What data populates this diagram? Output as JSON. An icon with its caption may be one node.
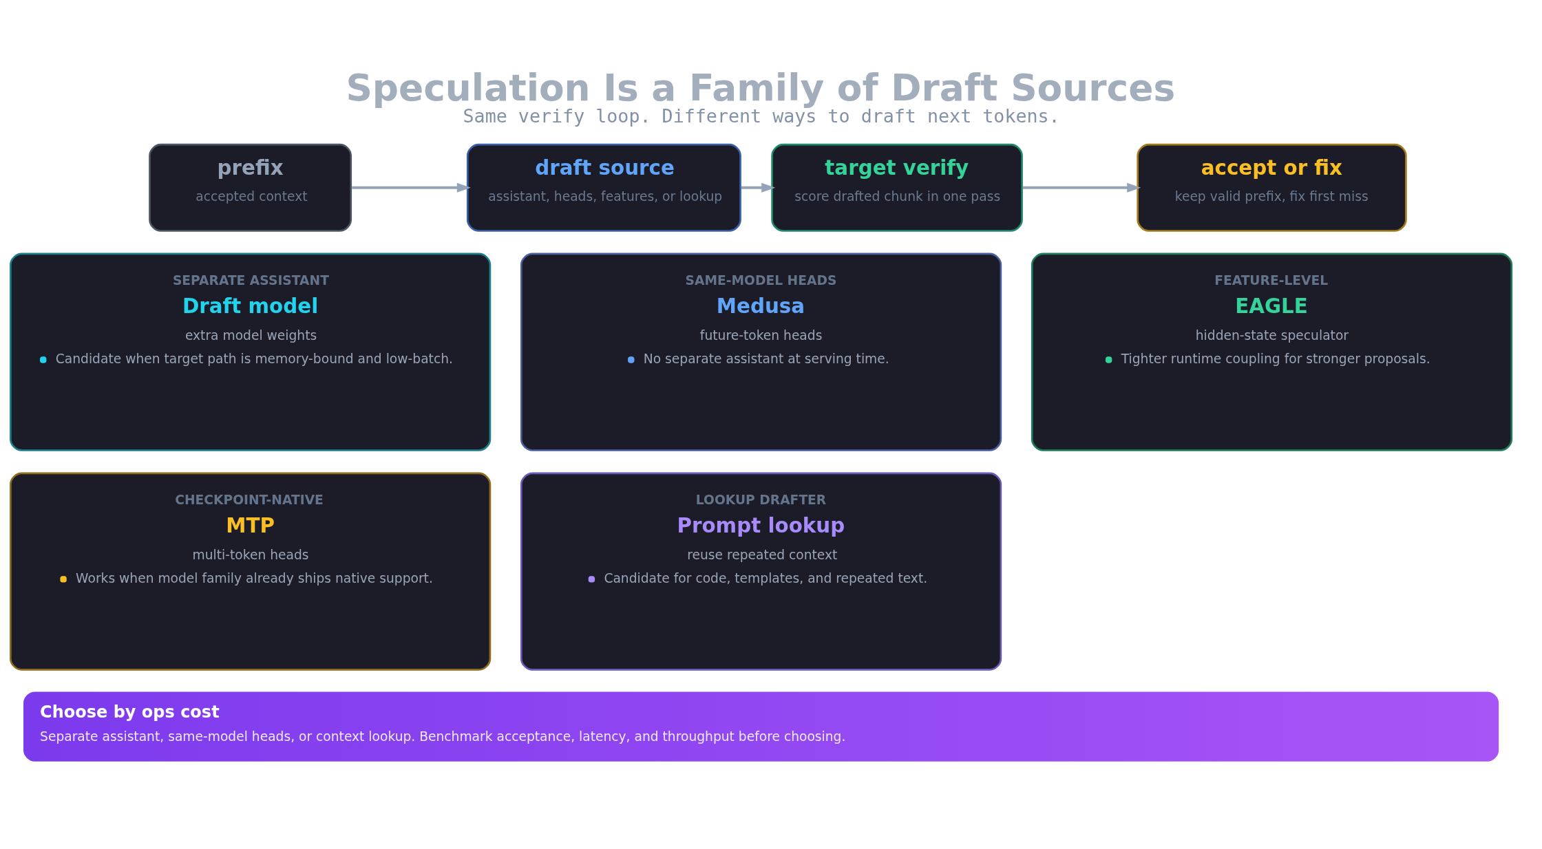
{
  "diagram": {
    "title": "Speculation Is a Family of Draft Sources",
    "caption": "Same verify loop. Different ways to draft next tokens.",
    "nodes": [
      {
        "text": [
          "prefix",
          "accepted context"
        ]
      },
      {
        "text": [
          "draft source",
          "assistant, heads, features, or lookup"
        ]
      },
      {
        "text": [
          "target verify",
          "score drafted chunk in one pass"
        ]
      },
      {
        "text": [
          "accept or fix",
          "keep valid prefix, fix first miss"
        ]
      },
      {
        "text": [
          "SEPARATE ASSISTANT",
          "Draft model",
          "extra model weights",
          "Candidate when target path is memory-bound and low-batch."
        ]
      },
      {
        "text": [
          "SAME-MODEL HEADS",
          "Medusa",
          "future-token heads",
          "No separate assistant at serving time."
        ]
      },
      {
        "text": [
          "FEATURE-LEVEL",
          "EAGLE",
          "hidden-state speculator",
          "Tighter runtime coupling for stronger proposals."
        ]
      },
      {
        "text": [
          "CHECKPOINT-NATIVE",
          "MTP",
          "multi-token heads",
          "Works when model family already ships native support."
        ]
      },
      {
        "text": [
          "LOOKUP DRAFTER",
          "Prompt lookup",
          "reuse repeated context",
          "Candidate for code, templates, and repeated text."
        ]
      },
      {
        "text": [
          "Choose by ops cost",
          "Separate assistant, same-model heads, or context lookup. Benchmark acceptance, latency, and throughput before choosing."
        ]
      }
    ],
    "edges": [
      {
        "from": 0,
        "to": 1,
        "arrow": "to"
      },
      {
        "from": 1,
        "to": 2,
        "arrow": "to"
      },
      {
        "from": 2,
        "to": 3,
        "arrow": "to"
      }
    ]
  }
}
